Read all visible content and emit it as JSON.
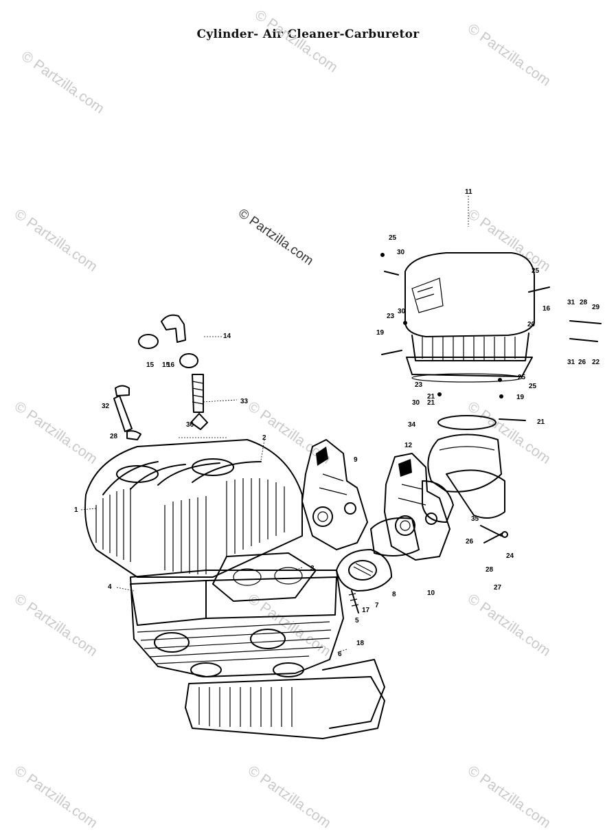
{
  "title": "Cylinder- Air Cleaner-Carburetor",
  "watermark": "© Partzilla.com",
  "colors": {
    "ink": "#000000",
    "watermark": "#c9c9c9",
    "background": "#ffffff"
  },
  "callouts": [
    "11",
    "25",
    "30",
    "25",
    "16",
    "31",
    "28",
    "29",
    "19",
    "23",
    "30",
    "20",
    "31",
    "26",
    "22",
    "14",
    "15",
    "16",
    "33",
    "32",
    "28",
    "36",
    "15",
    "25",
    "25",
    "19",
    "34",
    "21",
    "2",
    "12",
    "9",
    "1",
    "3",
    "35",
    "24",
    "26",
    "4",
    "17",
    "7",
    "8",
    "10",
    "28",
    "27",
    "5",
    "18",
    "6",
    "23",
    "21",
    "30",
    "21"
  ]
}
